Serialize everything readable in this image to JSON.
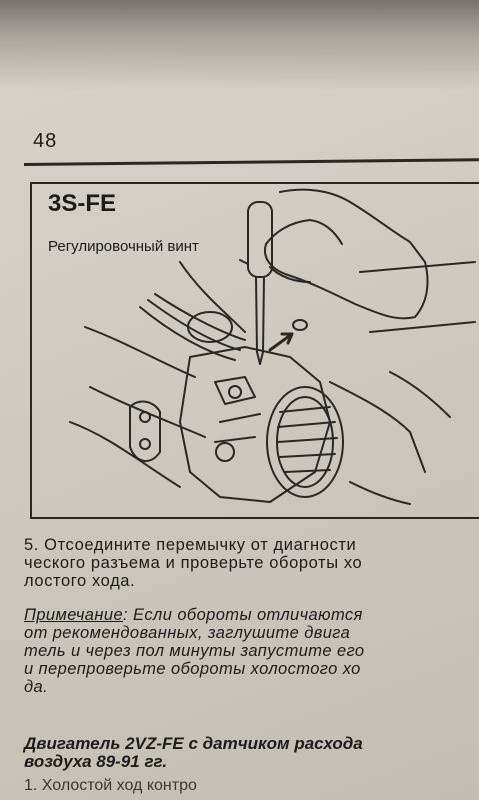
{
  "page": {
    "number": "48",
    "figure": {
      "engine_label": "3S-FE",
      "callout": "Регулировочный винт"
    },
    "step": {
      "lines": [
        "5. Отсоедините перемычку от диагности",
        "ческого разъема и  проверьте обороты хо",
        "лостого хода."
      ]
    },
    "note": {
      "label": "Примечание",
      "lines": [
        ": Если обороты отличаются",
        "от рекомендованных, заглушите двига",
        "тель и через пол минуты запустите его",
        "и перепроверьте обороты холостого хо",
        "да."
      ]
    },
    "section_heading": {
      "lines": [
        "Двигатель 2VZ-FE с датчиком расхода",
        "воздуха 89-91 гг."
      ]
    },
    "next_item": "1. Холостой ход контро"
  },
  "colors": {
    "paper": "#d2cdc4",
    "ink": "#1d1c1a",
    "background": "#4a4743"
  }
}
